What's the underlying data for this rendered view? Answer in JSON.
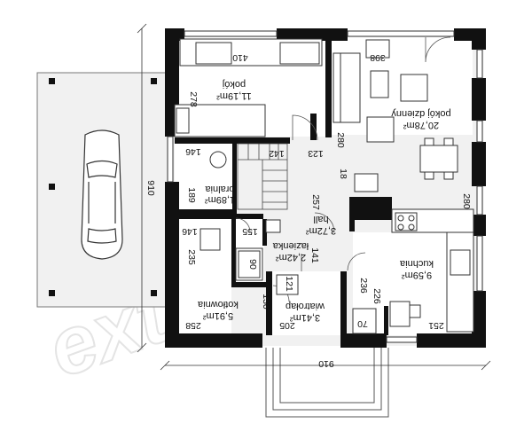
{
  "watermark": "extradom",
  "rooms": {
    "pokoj": {
      "name": "pokój",
      "area": "11,19m²"
    },
    "pokoj_dzienny": {
      "name": "pokój dzienny",
      "area": "20,78m²"
    },
    "pralnia": {
      "name": "pralnia",
      "area": "1,89m²"
    },
    "hall": {
      "name": "hall",
      "area": "3,72m²"
    },
    "lazienka": {
      "name": "łazienka",
      "area": "2,42m²"
    },
    "kuchnia": {
      "name": "kuchnia",
      "area": "9,59m²"
    },
    "kotlownia": {
      "name": "kotłownia",
      "area": "5,91m²"
    },
    "wiatrolap": {
      "name": "wiatrołap",
      "area": "3,41m²"
    }
  },
  "dimensions": {
    "overall_width": "910",
    "overall_depth": "910",
    "pokoj_width": "410",
    "pokoj_depth": "278",
    "living_398": "398",
    "d_280_top": "280",
    "d_280_right": "280",
    "d_123": "123",
    "d_142": "142",
    "d_146_laundry": "146",
    "d_189": "189",
    "d_18": "18",
    "d_257": "257",
    "d_155": "155",
    "d_146_boiler": "146",
    "d_235": "235",
    "d_141": "141",
    "d_90": "90",
    "d_130": "130",
    "d_121": "121",
    "d_258": "258",
    "d_205": "205",
    "d_226": "226",
    "d_70": "70",
    "d_251": "251",
    "d_236": "236"
  }
}
